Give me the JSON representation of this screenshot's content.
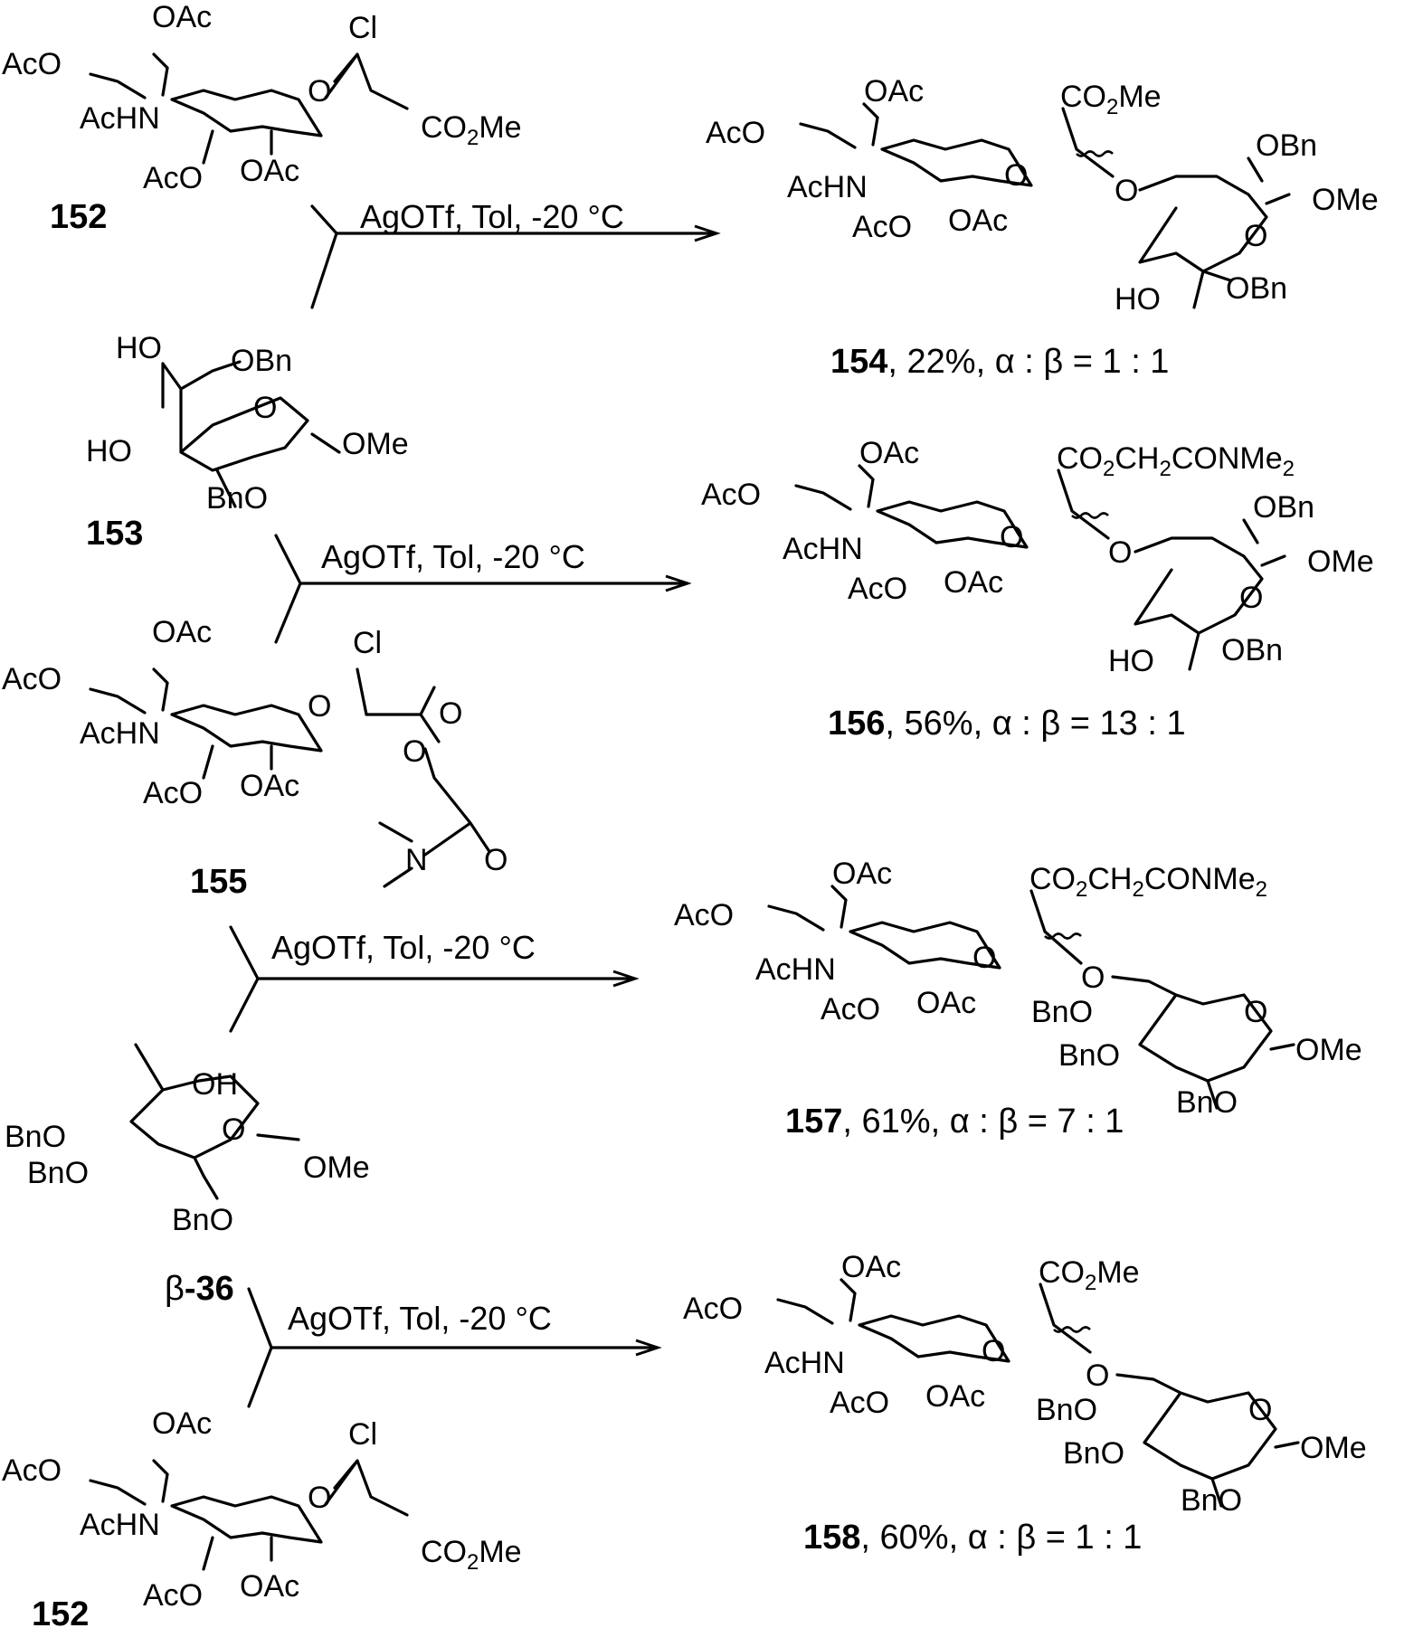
{
  "compounds": {
    "c152_top": "152",
    "c153": "153",
    "c155": "155",
    "c152_bottom": "152",
    "beta36_prefix": "β",
    "beta36_num": "-36"
  },
  "groups": {
    "OAc": "OAc",
    "AcO": "AcO",
    "AcHN": "AcHN",
    "Cl": "Cl",
    "CO2Me_a": "CO",
    "CO2Me_b": "Me",
    "sub2": "2",
    "O": "O",
    "OBn": "OBn",
    "BnO": "BnO",
    "OMe": "OMe",
    "HO": "HO",
    "OH": "OH",
    "N": "N",
    "CO2CH2_a": "CO",
    "CO2CH2_b": "CH",
    "CONMe_a": "CONMe"
  },
  "reactions": [
    {
      "conditions": "AgOTf, Tol, -20 °C"
    },
    {
      "conditions": "AgOTf, Tol, -20 °C"
    },
    {
      "conditions": "AgOTf, Tol, -20 °C"
    },
    {
      "conditions": "AgOTf, Tol, -20 °C"
    }
  ],
  "products": [
    {
      "number": "154",
      "result": ", 22%, α : β = 1 : 1"
    },
    {
      "number": "156",
      "result": ", 56%, α : β = 13 : 1"
    },
    {
      "number": "157",
      "result": ", 61%, α : β = 7 : 1"
    },
    {
      "number": "158",
      "result": ", 60%, α : β = 1 : 1"
    }
  ]
}
